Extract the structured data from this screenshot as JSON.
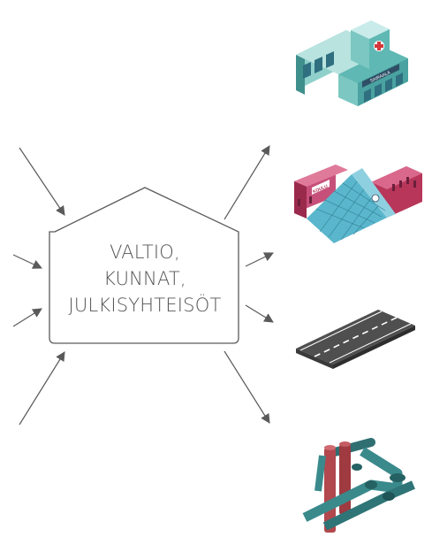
{
  "center": {
    "lines": [
      "VALTIO,",
      "KUNNAT,",
      "JULKISYHTEISÖT"
    ]
  },
  "hospital": {
    "sign_text": "SAIRAALA"
  },
  "school": {
    "sign_text": "KOULU"
  },
  "colors": {
    "arrow": "#5a5a5a",
    "outline": "#5a5a5a",
    "teal": "#5fb8b3",
    "teal_dark": "#3f8f8c",
    "school_pink": "#b7365a",
    "pipe_red": "#b2484e",
    "pipe_teal": "#3a8a8c",
    "road": "#555555"
  },
  "icons": [
    "hospital-icon",
    "school-icon",
    "road-icon",
    "pipes-icon"
  ]
}
